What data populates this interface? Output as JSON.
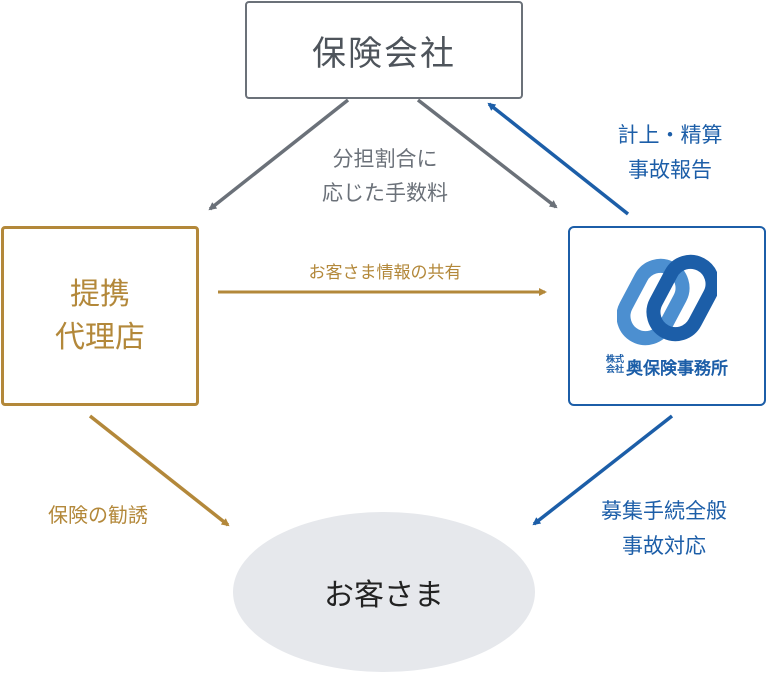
{
  "nodes": {
    "insurer": "保険会社",
    "agency": "提携\n代理店",
    "company_prefix": "株式\n会社",
    "company_name": "奥保険事務所",
    "customer": "お客さま"
  },
  "edges": {
    "commission": "分担割合に\n応じた手数料",
    "info_share": "お客さま情報の共有",
    "report": "計上・精算\n事故報告",
    "solicitation": "保険の勧誘",
    "handling": "募集手続全般\n事故対応"
  },
  "colors": {
    "gray": "#6b7179",
    "gold": "#b3883a",
    "blue": "#1c5ea8",
    "customer_fill": "#e6e8ec"
  }
}
